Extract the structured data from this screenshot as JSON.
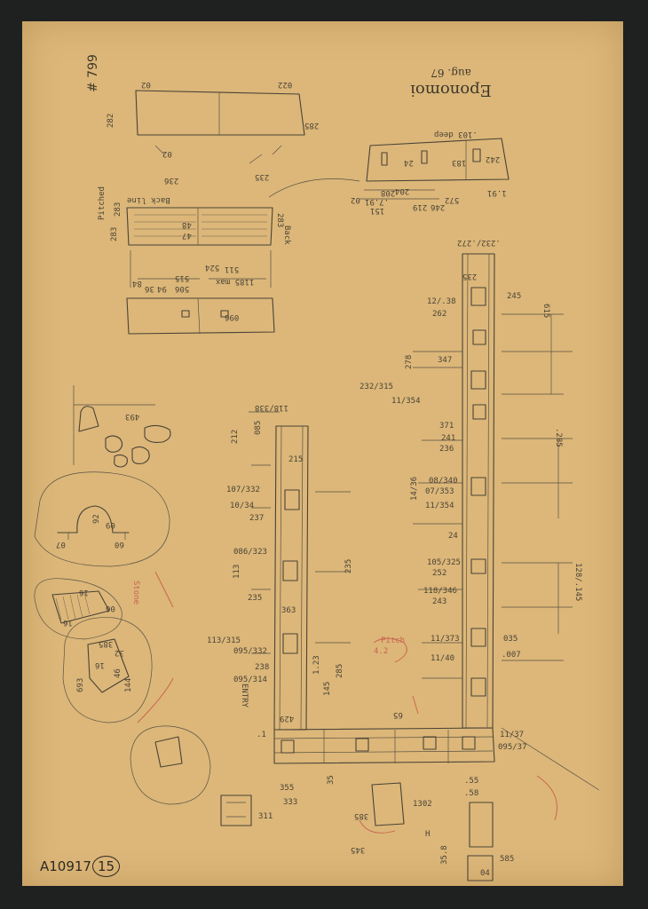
{
  "document": {
    "title": "Eponomoi",
    "date": "aug. 67",
    "catalog_number": "A10917",
    "catalog_circled": "15",
    "sheet_number": "# 799"
  },
  "labels": {
    "top_block": [
      "282",
      "285",
      "02",
      "022",
      "236",
      "235",
      "02"
    ],
    "right_block": [
      ".103 deep",
      "24",
      "183",
      "242",
      "1.91",
      "572",
      ".7.91",
      "219",
      "246",
      "204",
      "151",
      "208",
      "02"
    ],
    "middle_left": [
      "283",
      "Pitched",
      "Back line",
      "Back",
      "48",
      "47",
      "283",
      "283",
      "511",
      "524",
      "1185 max",
      "515",
      "506",
      "096",
      "36",
      "94",
      "84"
    ],
    "left_margin": [
      "118/338",
      "212",
      "085",
      "107/332",
      "10/34",
      "237",
      "086/323",
      "113",
      "215",
      "235",
      "363",
      "113/315",
      "095/332",
      "238",
      "095/314",
      "1.23",
      "235",
      "145",
      "285"
    ],
    "circles": [
      "493",
      "92",
      "07",
      "60",
      "09",
      "16",
      "06",
      "16",
      "32",
      "16",
      "385",
      "693",
      "144",
      "46"
    ],
    "right_column": [
      ".232/.272",
      "235",
      "245",
      "262",
      "12/.38",
      "615",
      "278",
      "347",
      "232/315",
      "11/354",
      "371",
      "241",
      "236",
      ".285",
      "14/36",
      "08/340",
      "07/353",
      "11/354",
      "24",
      "105/325",
      "118/346",
      "243",
      "252",
      "11/373",
      "11/40",
      ".007",
      "035",
      "128/.145",
      "11/37",
      "095/37"
    ],
    "bottom_area": [
      "429",
      ".1",
      "65",
      "35",
      "355",
      "333",
      "311",
      "1302",
      ".55",
      ".58",
      "585",
      "04",
      "H",
      "35.8",
      "385",
      "345",
      "ENTRY",
      "Stone",
      "Pitch",
      "4.2"
    ]
  }
}
